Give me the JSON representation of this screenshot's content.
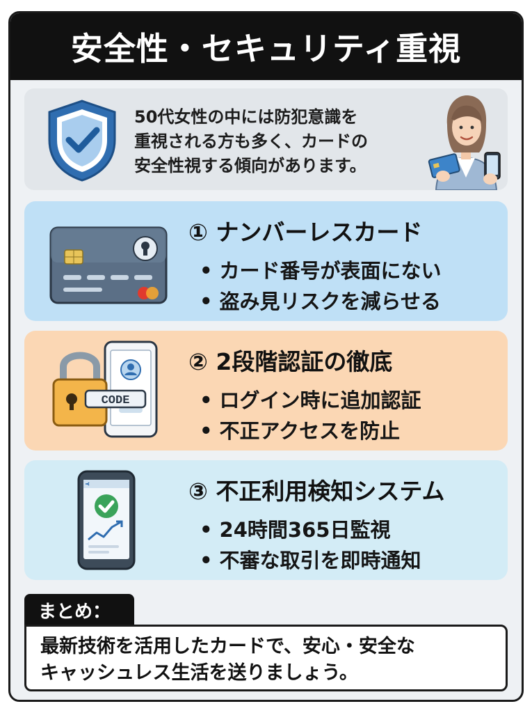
{
  "title": "安全性・セキュリティ重視",
  "intro": {
    "lines": [
      "50代女性の中には防犯意識を",
      "重視される方も多く、カードの",
      "安全性視する傾向があります。"
    ],
    "icons": [
      "shield-check-icon",
      "woman-with-card-illustration"
    ]
  },
  "features": [
    {
      "title": "① ナンバーレスカード",
      "bullets": [
        "カード番号が表面にない",
        "盗み見リスクを減らせる"
      ],
      "icon": "numberless-card-icon",
      "color": "#bfe0f6"
    },
    {
      "title": "② 2段階認証の徹底",
      "bullets": [
        "ログイン時に追加認証",
        "不正アクセスを防止"
      ],
      "icon": "padlock-phone-code-icon",
      "code_label": "CODE",
      "color": "#fbd7b4"
    },
    {
      "title": "③ 不正利用検知システム",
      "bullets": [
        "24時間365日監視",
        "不審な取引を即時通知"
      ],
      "icon": "phone-monitoring-icon",
      "color": "#d3ecf6"
    }
  ],
  "summary": {
    "label": "まとめ：",
    "lines": [
      "最新技術を活用したカードで、安心・安全な",
      "キャッシュレス生活を送りましょう。"
    ]
  },
  "colors": {
    "title_bar": "#111111",
    "background": "#eef1f4",
    "shield": "#2f6db0"
  }
}
